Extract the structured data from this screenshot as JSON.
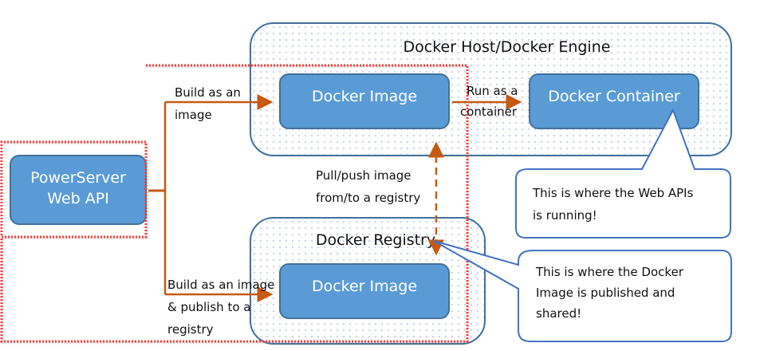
{
  "groups": {
    "docker_host": {
      "title": "Docker Host/Docker Engine"
    },
    "docker_registry": {
      "title": "Docker Registry"
    }
  },
  "nodes": {
    "powerserver": {
      "line1": "PowerServer",
      "line2": "Web API"
    },
    "host_image": {
      "label": "Docker Image"
    },
    "container": {
      "label": "Docker Container"
    },
    "registry_image": {
      "label": "Docker Image"
    }
  },
  "edges": {
    "build_image": {
      "line1": "Build as an",
      "line2": "image"
    },
    "run_container": {
      "line1": "Run as a",
      "line2": "container"
    },
    "pull_push": {
      "line1": "Pull/push image",
      "line2": "from/to a registry"
    },
    "build_publish": {
      "line1": "Build as an image",
      "line2": "& publish to a",
      "line3": "registry"
    }
  },
  "callouts": {
    "web_api": {
      "line1": "This is where the Web APIs",
      "line2": "is running!"
    },
    "registry": {
      "line1": "This is where the Docker",
      "line2": "Image is published and",
      "line3": "shared!"
    }
  },
  "colors": {
    "node_fill": "#5b9bd5",
    "node_border": "#41719c",
    "arrow": "#c55a11",
    "highlight_dotted": "#ff3b3b",
    "callout_border": "#4472c4"
  }
}
